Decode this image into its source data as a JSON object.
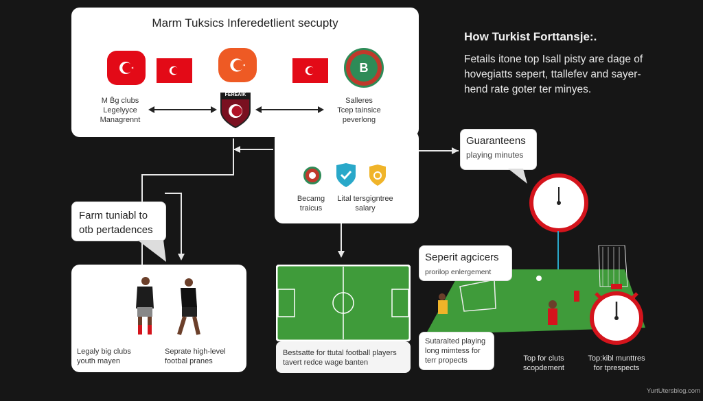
{
  "top_card": {
    "title": "Marm Tuksics Inferedetlient secupty",
    "left_caption": [
      "M B̄g clubs",
      "Legelyyce",
      "Managrennt"
    ],
    "right_caption": [
      "Salleres",
      "Tcep tainsice",
      "peverlong"
    ],
    "left_badge_text": "FEREAIK",
    "right_badge_text": "B"
  },
  "center_card": {
    "left_icon_label": [
      "Becamg",
      "traicus"
    ],
    "right_icon_label": [
      "Lital tersgigntree",
      "salary"
    ]
  },
  "right_heading": {
    "title": "How Turkist Forttansje:.",
    "body": [
      "Fetails itone top Isall pisty are dage of",
      "hovegiatts sepert, ttallefev and sayer-",
      "hend rate goter ter minyes."
    ]
  },
  "guarantees_bubble": {
    "title": "Guaranteens",
    "subtitle": "playing minutes"
  },
  "farm_bubble": {
    "title": [
      "Farm tuniabl to",
      "otb pertadences"
    ]
  },
  "players_card": {
    "left_caption": [
      "Legaly big clubs",
      "youth mayen"
    ],
    "right_caption": [
      "Seprate high-level",
      "footbal pranes"
    ]
  },
  "field_caption": [
    "Bestsatte for ttutal football players",
    "tavert redce wage banten"
  ],
  "agencies_bubble": {
    "title": "Seperit agcicers",
    "subtitle": "prorilop enlergement"
  },
  "sustained_bubble": {
    "text": [
      "Sutaralted playing",
      "long mimtess for",
      "terr propects"
    ]
  },
  "bottom_captions": {
    "left": [
      "Top for cluts",
      "scopdement"
    ],
    "right": [
      "Top:kibl munttres",
      "for tprespects"
    ]
  },
  "watermark": "YurtUtersblog.com",
  "colors": {
    "turkish_red": "#e30a17",
    "field_green": "#3f9b3a",
    "accent_blue": "#29a8c9",
    "accent_yellow": "#f0b429"
  }
}
